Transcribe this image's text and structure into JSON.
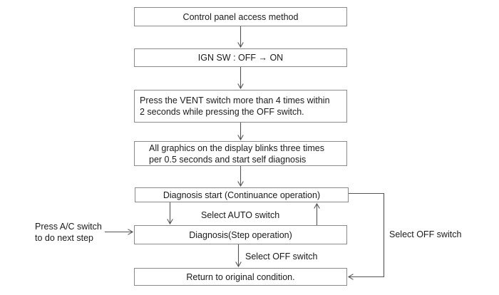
{
  "diagram": {
    "title": "Control panel access method flowchart",
    "colors": {
      "background": "#ffffff",
      "box_border": "#8a8a8a",
      "connector_line": "#555555",
      "text": "#1a1a1a"
    },
    "boxes": [
      {
        "id": "control-panel-access-method",
        "text": "Control panel access method"
      },
      {
        "id": "ign-sw",
        "text": "IGN SW : OFF → ON"
      },
      {
        "id": "press-vent-switch",
        "lines": [
          "Press the VENT switch more than 4 times within",
          "2 seconds while pressing the OFF switch."
        ]
      },
      {
        "id": "display-blinks",
        "lines": [
          "All graphics on the display blinks three times",
          "per 0.5 seconds and start self diagnosis"
        ]
      },
      {
        "id": "diagnosis-start",
        "text": "Diagnosis start (Continuance operation)"
      },
      {
        "id": "diagnosis-step",
        "text": "Diagnosis(Step operation)"
      },
      {
        "id": "return-original",
        "text": "Return to original condition."
      }
    ],
    "labels": {
      "select_auto": "Select AUTO switch",
      "press_ac": [
        "Press A/C switch",
        "to do next step"
      ],
      "select_off_mid": "Select OFF switch",
      "select_off_right": "Select OFF switch"
    }
  }
}
